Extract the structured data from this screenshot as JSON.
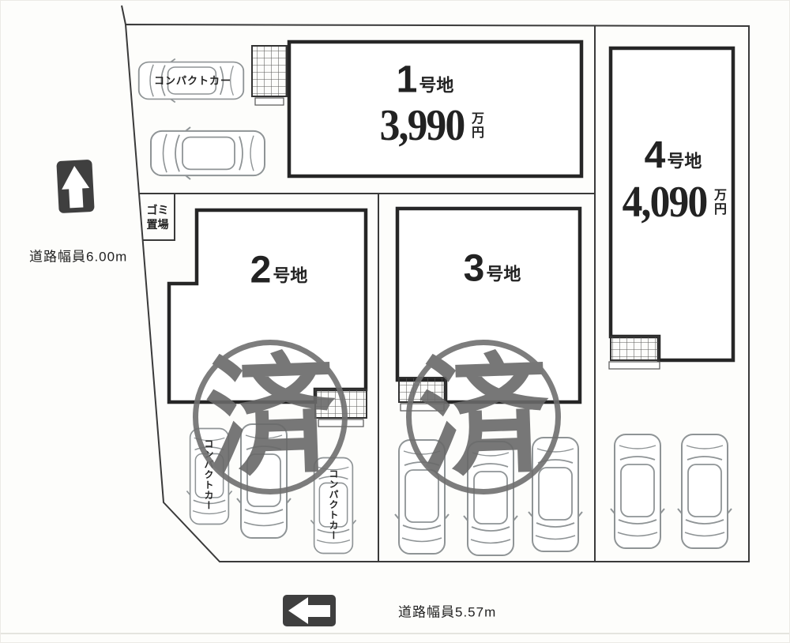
{
  "drawing": {
    "road_left_label": "道路幅員6.00m",
    "road_bottom_label": "道路幅員5.57m",
    "garbage_area_label": "ゴミ置場",
    "compact_car_label": "コンパクトカー",
    "sold_stamp_text": "済",
    "colors": {
      "thin_line": "#3a3a3a",
      "bold_outline": "#262626",
      "stamp_gray": "#6f6f6f",
      "arrow_dark": "#3f3f3f",
      "car_line": "#8f9496"
    }
  },
  "plots": [
    {
      "number": "1",
      "suffix": "号地",
      "price": "3,990",
      "price_unit": "万円",
      "status": "available"
    },
    {
      "number": "2",
      "suffix": "号地",
      "price": "",
      "price_unit": "",
      "status": "sold"
    },
    {
      "number": "3",
      "suffix": "号地",
      "price": "",
      "price_unit": "",
      "status": "sold"
    },
    {
      "number": "4",
      "suffix": "号地",
      "price": "4,090",
      "price_unit": "万円",
      "status": "available"
    }
  ]
}
